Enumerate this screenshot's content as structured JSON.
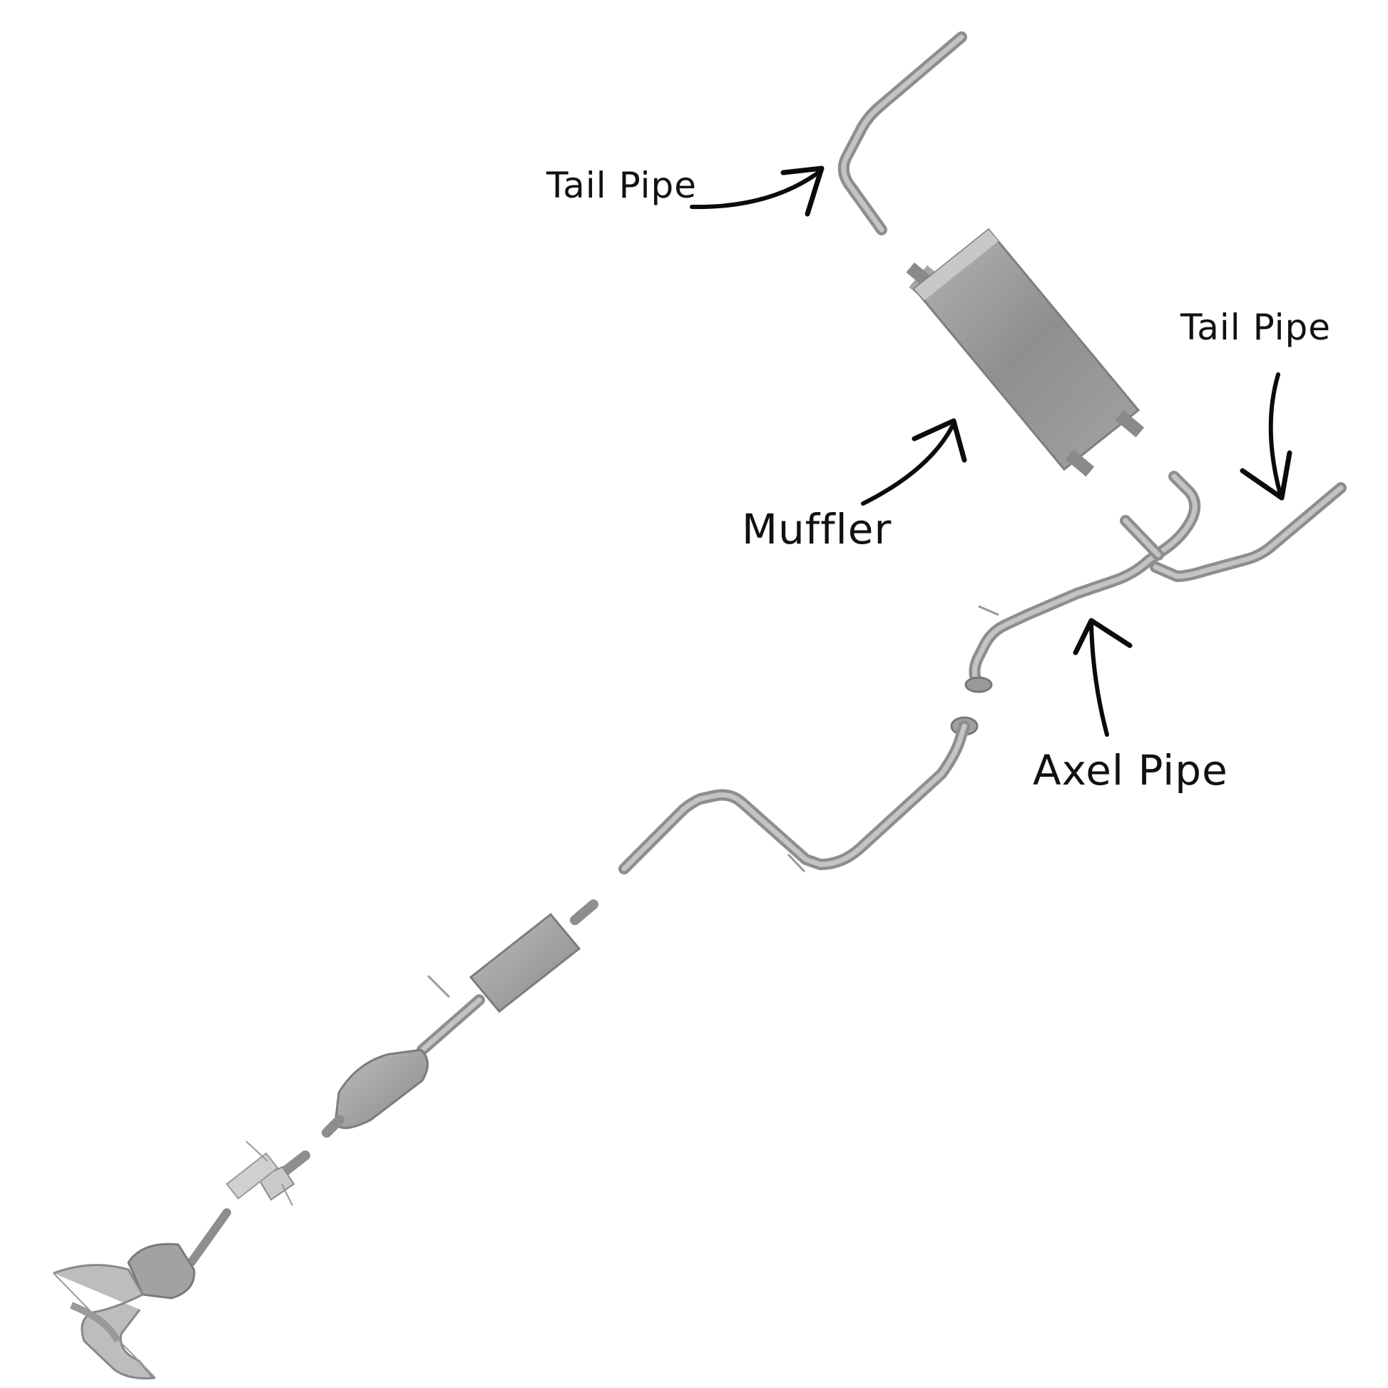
{
  "labels": {
    "tail_pipe_top": "Tail Pipe",
    "muffler": "Muffler",
    "tail_pipe_right": "Tail Pipe",
    "axel_pipe": "Axel Pipe"
  },
  "colors": {
    "background": "#ffffff",
    "label_text": "#111111",
    "arrow": "#0b0b0b",
    "pipe_dark": "#8e8e8e",
    "pipe_light": "#c4c4c4",
    "muffler_body": "#9a9a9a"
  }
}
